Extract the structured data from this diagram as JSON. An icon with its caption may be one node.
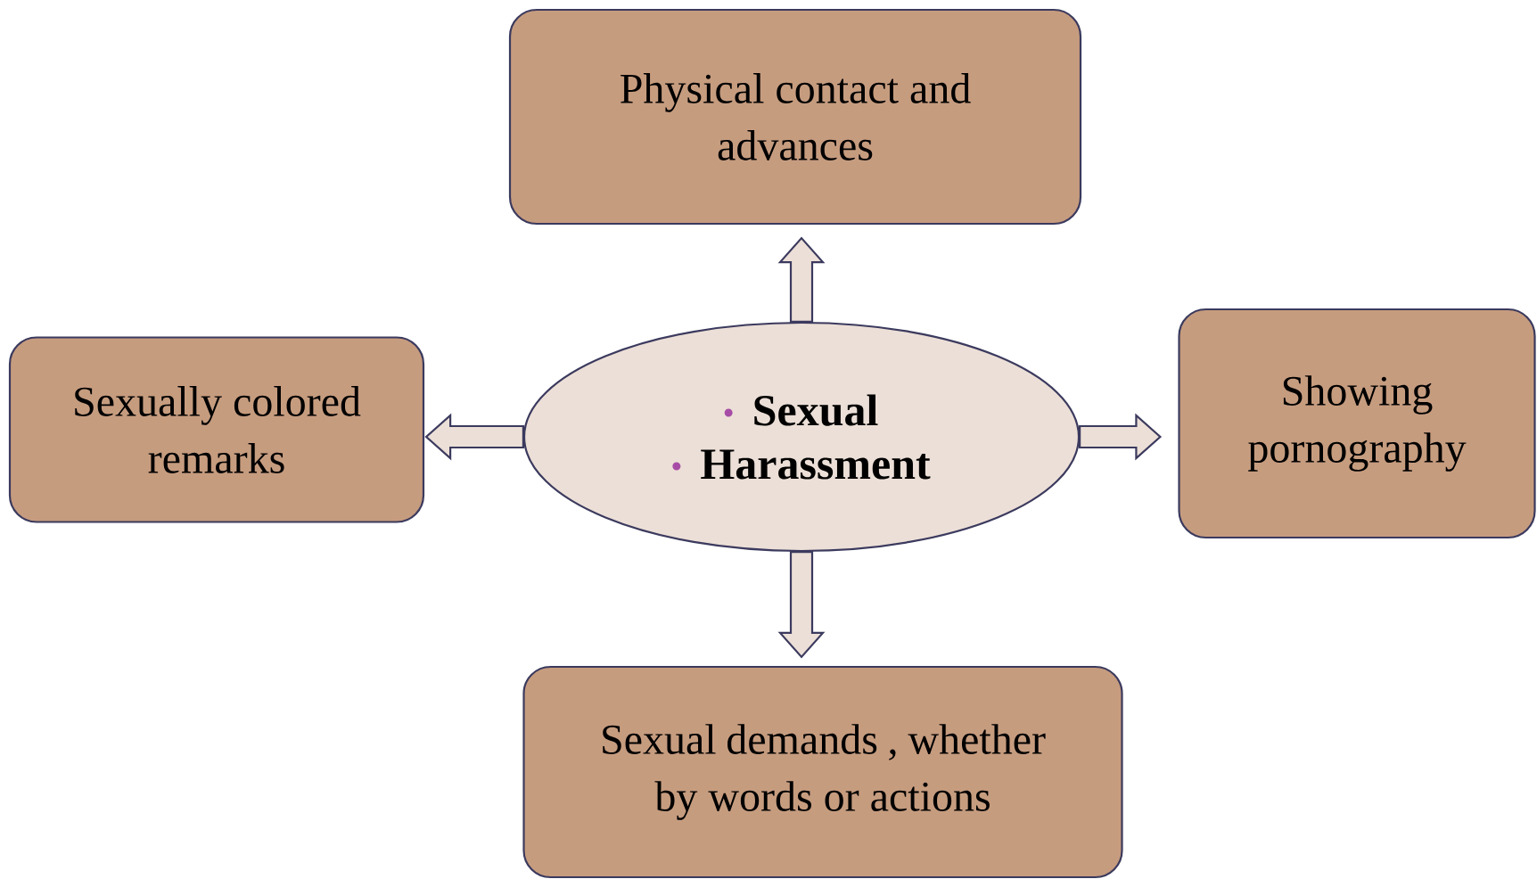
{
  "diagram": {
    "nodes": [
      {
        "text": [
          "Sexual",
          "Harassment"
        ]
      },
      {
        "text": [
          "Physical contact and advances"
        ]
      },
      {
        "text": [
          "Sexually colored remarks"
        ]
      },
      {
        "text": [
          "Showing pornography"
        ]
      },
      {
        "text": [
          "Sexual demands , whether by words or actions"
        ]
      }
    ],
    "edges": [
      {
        "from": 0,
        "to": 1,
        "arrow": "to"
      },
      {
        "from": 0,
        "to": 2,
        "arrow": "to"
      },
      {
        "from": 0,
        "to": 3,
        "arrow": "to"
      },
      {
        "from": 0,
        "to": 4,
        "arrow": "to"
      }
    ]
  }
}
